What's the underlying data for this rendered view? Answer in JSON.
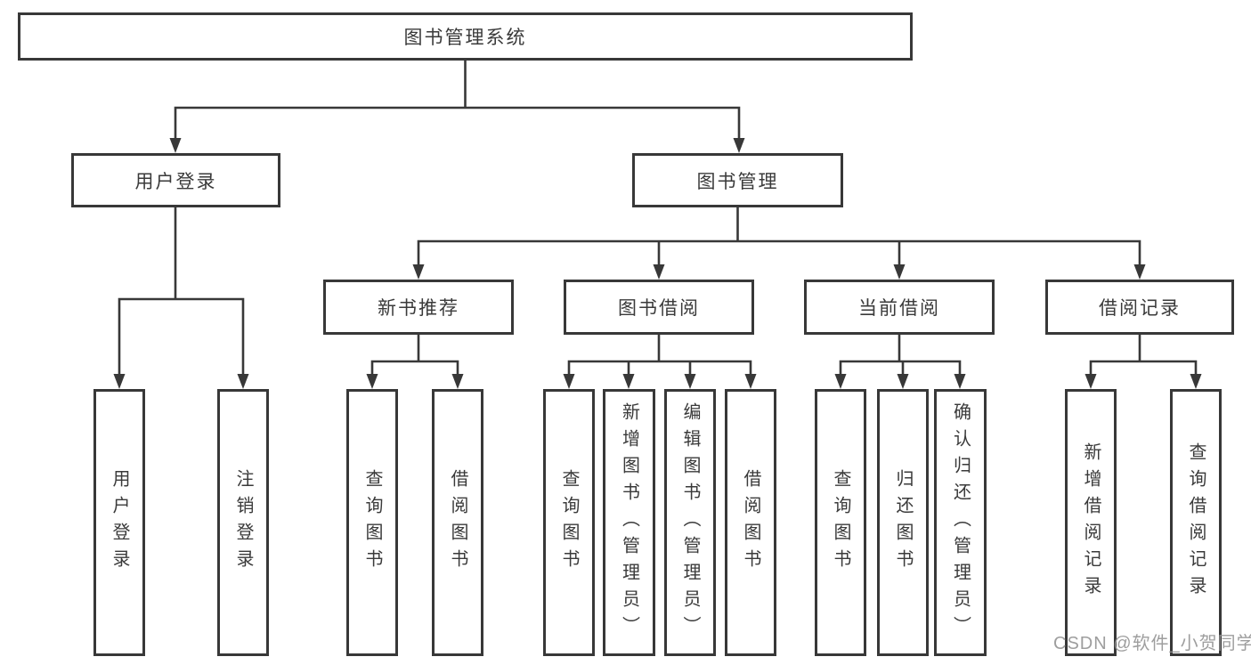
{
  "diagram": {
    "watermark": "CSDN @软件_小贺同学",
    "colors": {
      "line": "#383838",
      "text": "#3a3a3a",
      "box_background": "#ffffff",
      "watermark_text": "#969696"
    },
    "tree": {
      "root": {
        "label": "图书管理系统"
      },
      "branches": [
        {
          "label": "用户登录",
          "children": [
            {
              "label": "用户登录"
            },
            {
              "label": "注销登录"
            }
          ]
        },
        {
          "label": "图书管理",
          "groups": [
            {
              "label": "新书推荐",
              "children": [
                {
                  "label": "查询图书"
                },
                {
                  "label": "借阅图书"
                }
              ]
            },
            {
              "label": "图书借阅",
              "children": [
                {
                  "label": "查询图书"
                },
                {
                  "label": "新增图书（管理员）"
                },
                {
                  "label": "编辑图书（管理员）"
                },
                {
                  "label": "借阅图书"
                }
              ]
            },
            {
              "label": "当前借阅",
              "children": [
                {
                  "label": "查询图书"
                },
                {
                  "label": "归还图书"
                },
                {
                  "label": "确认归还（管理员）"
                }
              ]
            },
            {
              "label": "借阅记录",
              "children": [
                {
                  "label": "新增借阅记录"
                },
                {
                  "label": "查询借阅记录"
                }
              ]
            }
          ]
        }
      ]
    }
  }
}
